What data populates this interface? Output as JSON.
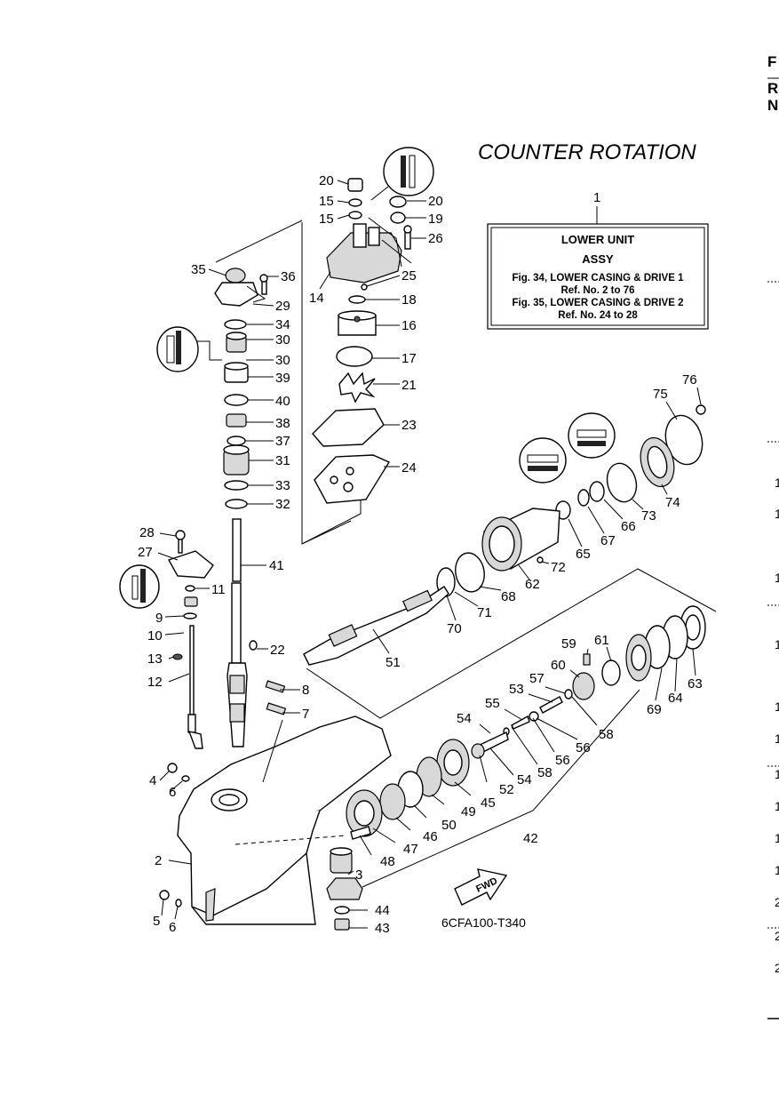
{
  "diagram": {
    "title": "COUNTER ROTATION",
    "figure_code": "6CFA100-T340",
    "fwd_label": "FWD"
  },
  "assy_box": {
    "ref_number": "1",
    "line1": "LOWER UNIT",
    "line2": "ASSY",
    "line3": "Fig. 34, LOWER CASING & DRIVE 1",
    "line4": "Ref. No. 2 to 76",
    "line5": "Fig. 35, LOWER CASING & DRIVE 2",
    "line6": "Ref. No. 24 to 28"
  },
  "edge_text": {
    "letters": [
      "F",
      "R",
      "N"
    ],
    "numbers": [
      "1",
      "1",
      "1",
      "1",
      "1",
      "1",
      "1",
      "1",
      "1",
      "1",
      "2",
      "2",
      "2"
    ]
  },
  "callouts": [
    {
      "id": "c20a",
      "label": "20"
    },
    {
      "id": "c15a",
      "label": "15"
    },
    {
      "id": "c15b",
      "label": "15"
    },
    {
      "id": "c20b",
      "label": "20"
    },
    {
      "id": "c19",
      "label": "19"
    },
    {
      "id": "c26",
      "label": "26"
    },
    {
      "id": "c25",
      "label": "25"
    },
    {
      "id": "c14",
      "label": "14"
    },
    {
      "id": "c18",
      "label": "18"
    },
    {
      "id": "c16",
      "label": "16"
    },
    {
      "id": "c17",
      "label": "17"
    },
    {
      "id": "c21",
      "label": "21"
    },
    {
      "id": "c23",
      "label": "23"
    },
    {
      "id": "c24",
      "label": "24"
    },
    {
      "id": "c35",
      "label": "35"
    },
    {
      "id": "c36",
      "label": "36"
    },
    {
      "id": "c29",
      "label": "29"
    },
    {
      "id": "c34",
      "label": "34"
    },
    {
      "id": "c30a",
      "label": "30"
    },
    {
      "id": "c30b",
      "label": "30"
    },
    {
      "id": "c39",
      "label": "39"
    },
    {
      "id": "c40",
      "label": "40"
    },
    {
      "id": "c38",
      "label": "38"
    },
    {
      "id": "c37",
      "label": "37"
    },
    {
      "id": "c31",
      "label": "31"
    },
    {
      "id": "c33",
      "label": "33"
    },
    {
      "id": "c32",
      "label": "32"
    },
    {
      "id": "c28",
      "label": "28"
    },
    {
      "id": "c27",
      "label": "27"
    },
    {
      "id": "c41",
      "label": "41"
    },
    {
      "id": "c11",
      "label": "11"
    },
    {
      "id": "c9",
      "label": "9"
    },
    {
      "id": "c10",
      "label": "10"
    },
    {
      "id": "c22",
      "label": "22"
    },
    {
      "id": "c13",
      "label": "13"
    },
    {
      "id": "c12",
      "label": "12"
    },
    {
      "id": "c8",
      "label": "8"
    },
    {
      "id": "c7",
      "label": "7"
    },
    {
      "id": "c4",
      "label": "4"
    },
    {
      "id": "c6a",
      "label": "6"
    },
    {
      "id": "c2",
      "label": "2"
    },
    {
      "id": "c5",
      "label": "5"
    },
    {
      "id": "c6b",
      "label": "6"
    },
    {
      "id": "c76",
      "label": "76"
    },
    {
      "id": "c75",
      "label": "75"
    },
    {
      "id": "c74",
      "label": "74"
    },
    {
      "id": "c73",
      "label": "73"
    },
    {
      "id": "c66",
      "label": "66"
    },
    {
      "id": "c67",
      "label": "67"
    },
    {
      "id": "c65",
      "label": "65"
    },
    {
      "id": "c72",
      "label": "72"
    },
    {
      "id": "c62",
      "label": "62"
    },
    {
      "id": "c68",
      "label": "68"
    },
    {
      "id": "c71",
      "label": "71"
    },
    {
      "id": "c70",
      "label": "70"
    },
    {
      "id": "c51",
      "label": "51"
    },
    {
      "id": "c59",
      "label": "59"
    },
    {
      "id": "c61",
      "label": "61"
    },
    {
      "id": "c60",
      "label": "60"
    },
    {
      "id": "c57",
      "label": "57"
    },
    {
      "id": "c53",
      "label": "53"
    },
    {
      "id": "c55",
      "label": "55"
    },
    {
      "id": "c58a",
      "label": "58"
    },
    {
      "id": "c56a",
      "label": "56"
    },
    {
      "id": "c56b",
      "label": "56"
    },
    {
      "id": "c58b",
      "label": "58"
    },
    {
      "id": "c54a",
      "label": "54"
    },
    {
      "id": "c54b",
      "label": "54"
    },
    {
      "id": "c52",
      "label": "52"
    },
    {
      "id": "c45",
      "label": "45"
    },
    {
      "id": "c49",
      "label": "49"
    },
    {
      "id": "c50",
      "label": "50"
    },
    {
      "id": "c46",
      "label": "46"
    },
    {
      "id": "c47",
      "label": "47"
    },
    {
      "id": "c48",
      "label": "48"
    },
    {
      "id": "c3",
      "label": "3"
    },
    {
      "id": "c42",
      "label": "42"
    },
    {
      "id": "c44",
      "label": "44"
    },
    {
      "id": "c43",
      "label": "43"
    },
    {
      "id": "c69",
      "label": "69"
    },
    {
      "id": "c64",
      "label": "64"
    },
    {
      "id": "c63",
      "label": "63"
    }
  ]
}
